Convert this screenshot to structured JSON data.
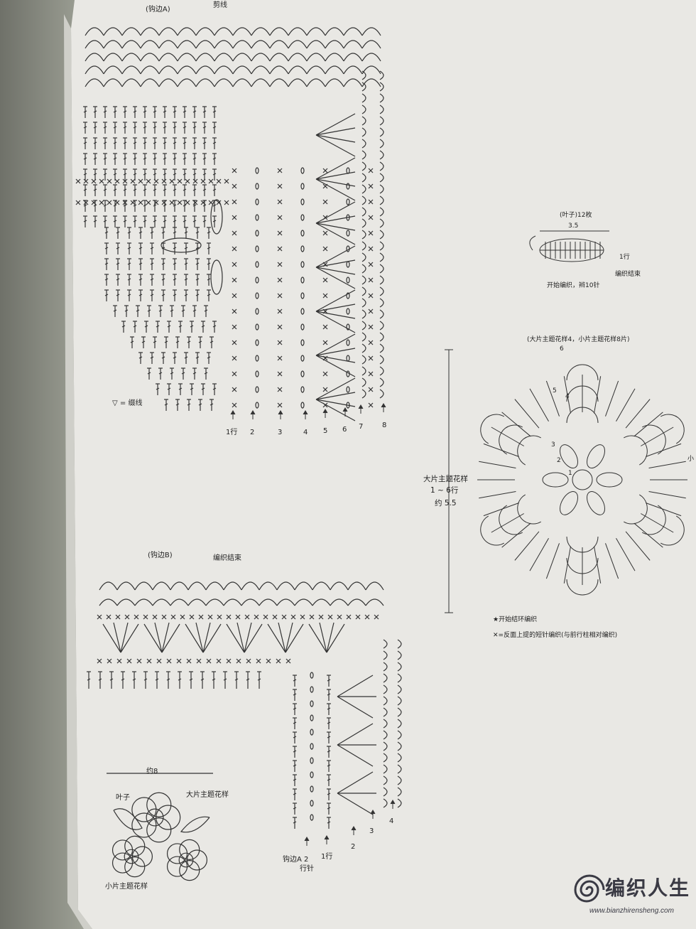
{
  "diagram_a": {
    "title": "(钩边A)",
    "cut_label": "剪线",
    "legend": "= 缀线",
    "row_labels": [
      "1行",
      "2",
      "3",
      "4",
      "5",
      "6",
      "7",
      "8"
    ]
  },
  "leaf": {
    "title": "(叶子)12枚",
    "width": "3.5",
    "row1": "1行",
    "end": "编织结束",
    "start": "开始编织，辫10针"
  },
  "motif": {
    "title": "(大片主题花样4，小片主题花样8片)",
    "side_label_1": "大片主题花样",
    "side_label_2": "1 ~ 6行",
    "side_label_3": "约 5.5",
    "side_right": "小",
    "round_numbers": [
      "6",
      "5",
      "4",
      "3",
      "2",
      "1"
    ],
    "note_start": "★开始结环编织",
    "note_reverse": "=反面上提的短针编织(与前行柱相对编织)"
  },
  "diagram_b": {
    "title": "(钩边B)",
    "end_label": "编织结束",
    "row_labels": [
      "钩边A 2",
      "1行",
      "2",
      "3",
      "4"
    ],
    "row_label_sub": "行针"
  },
  "flower": {
    "width": "约8",
    "leaf": "叶子",
    "large": "大片主题花样",
    "small": "小片主题花样"
  },
  "watermark": {
    "title": "编织人生",
    "url": "www.bianzhirensheng.com"
  }
}
